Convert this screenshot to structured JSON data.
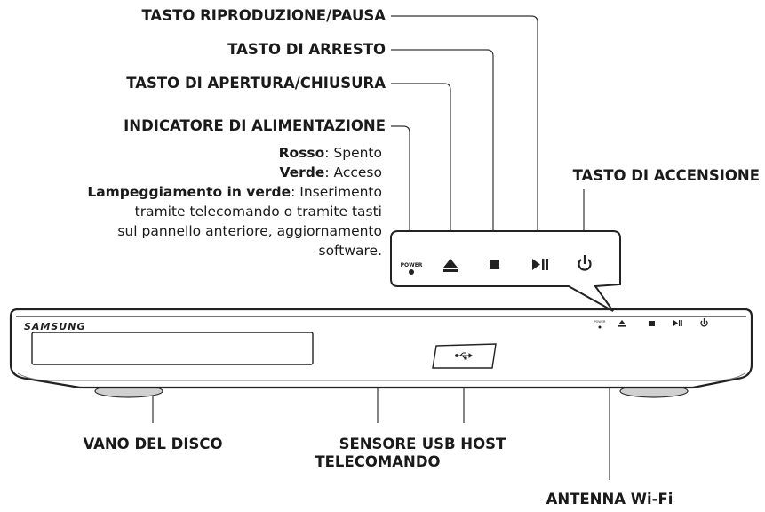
{
  "labels": {
    "play_pause": "TASTO RIPRODUZIONE/PAUSA",
    "stop": "TASTO DI ARRESTO",
    "open_close": "TASTO DI APERTURA/CHIUSURA",
    "power_indicator": "INDICATORE DI ALIMENTAZIONE",
    "power_button": "TASTO DI ACCENSIONE",
    "disc_tray": "VANO DEL DISCO",
    "remote_sensor_line1": "SENSORE",
    "remote_sensor_line2": "TELECOMANDO",
    "usb_host": "USB HOST",
    "wifi_antenna": "ANTENNA Wi-Fi"
  },
  "indicator_states": [
    {
      "name": "Rosso",
      "text": ": Spento"
    },
    {
      "name": "Verde",
      "text": ": Acceso"
    },
    {
      "name": "Lampeggiamento in verde",
      "text": ": Inserimento"
    }
  ],
  "indicator_extra": [
    "tramite telecomando o tramite tasti",
    "sul pannello anteriore, aggiornamento",
    "software."
  ],
  "device": {
    "brand": "SAMSUNG",
    "power_text": "POWER",
    "panel_power_text": "POWER"
  },
  "icons": [
    "power-led-icon",
    "eject-icon",
    "stop-icon",
    "play-pause-icon",
    "power-icon",
    "usb-icon"
  ],
  "colors": {
    "line": "#222222",
    "device_fill": "#ffffff"
  }
}
